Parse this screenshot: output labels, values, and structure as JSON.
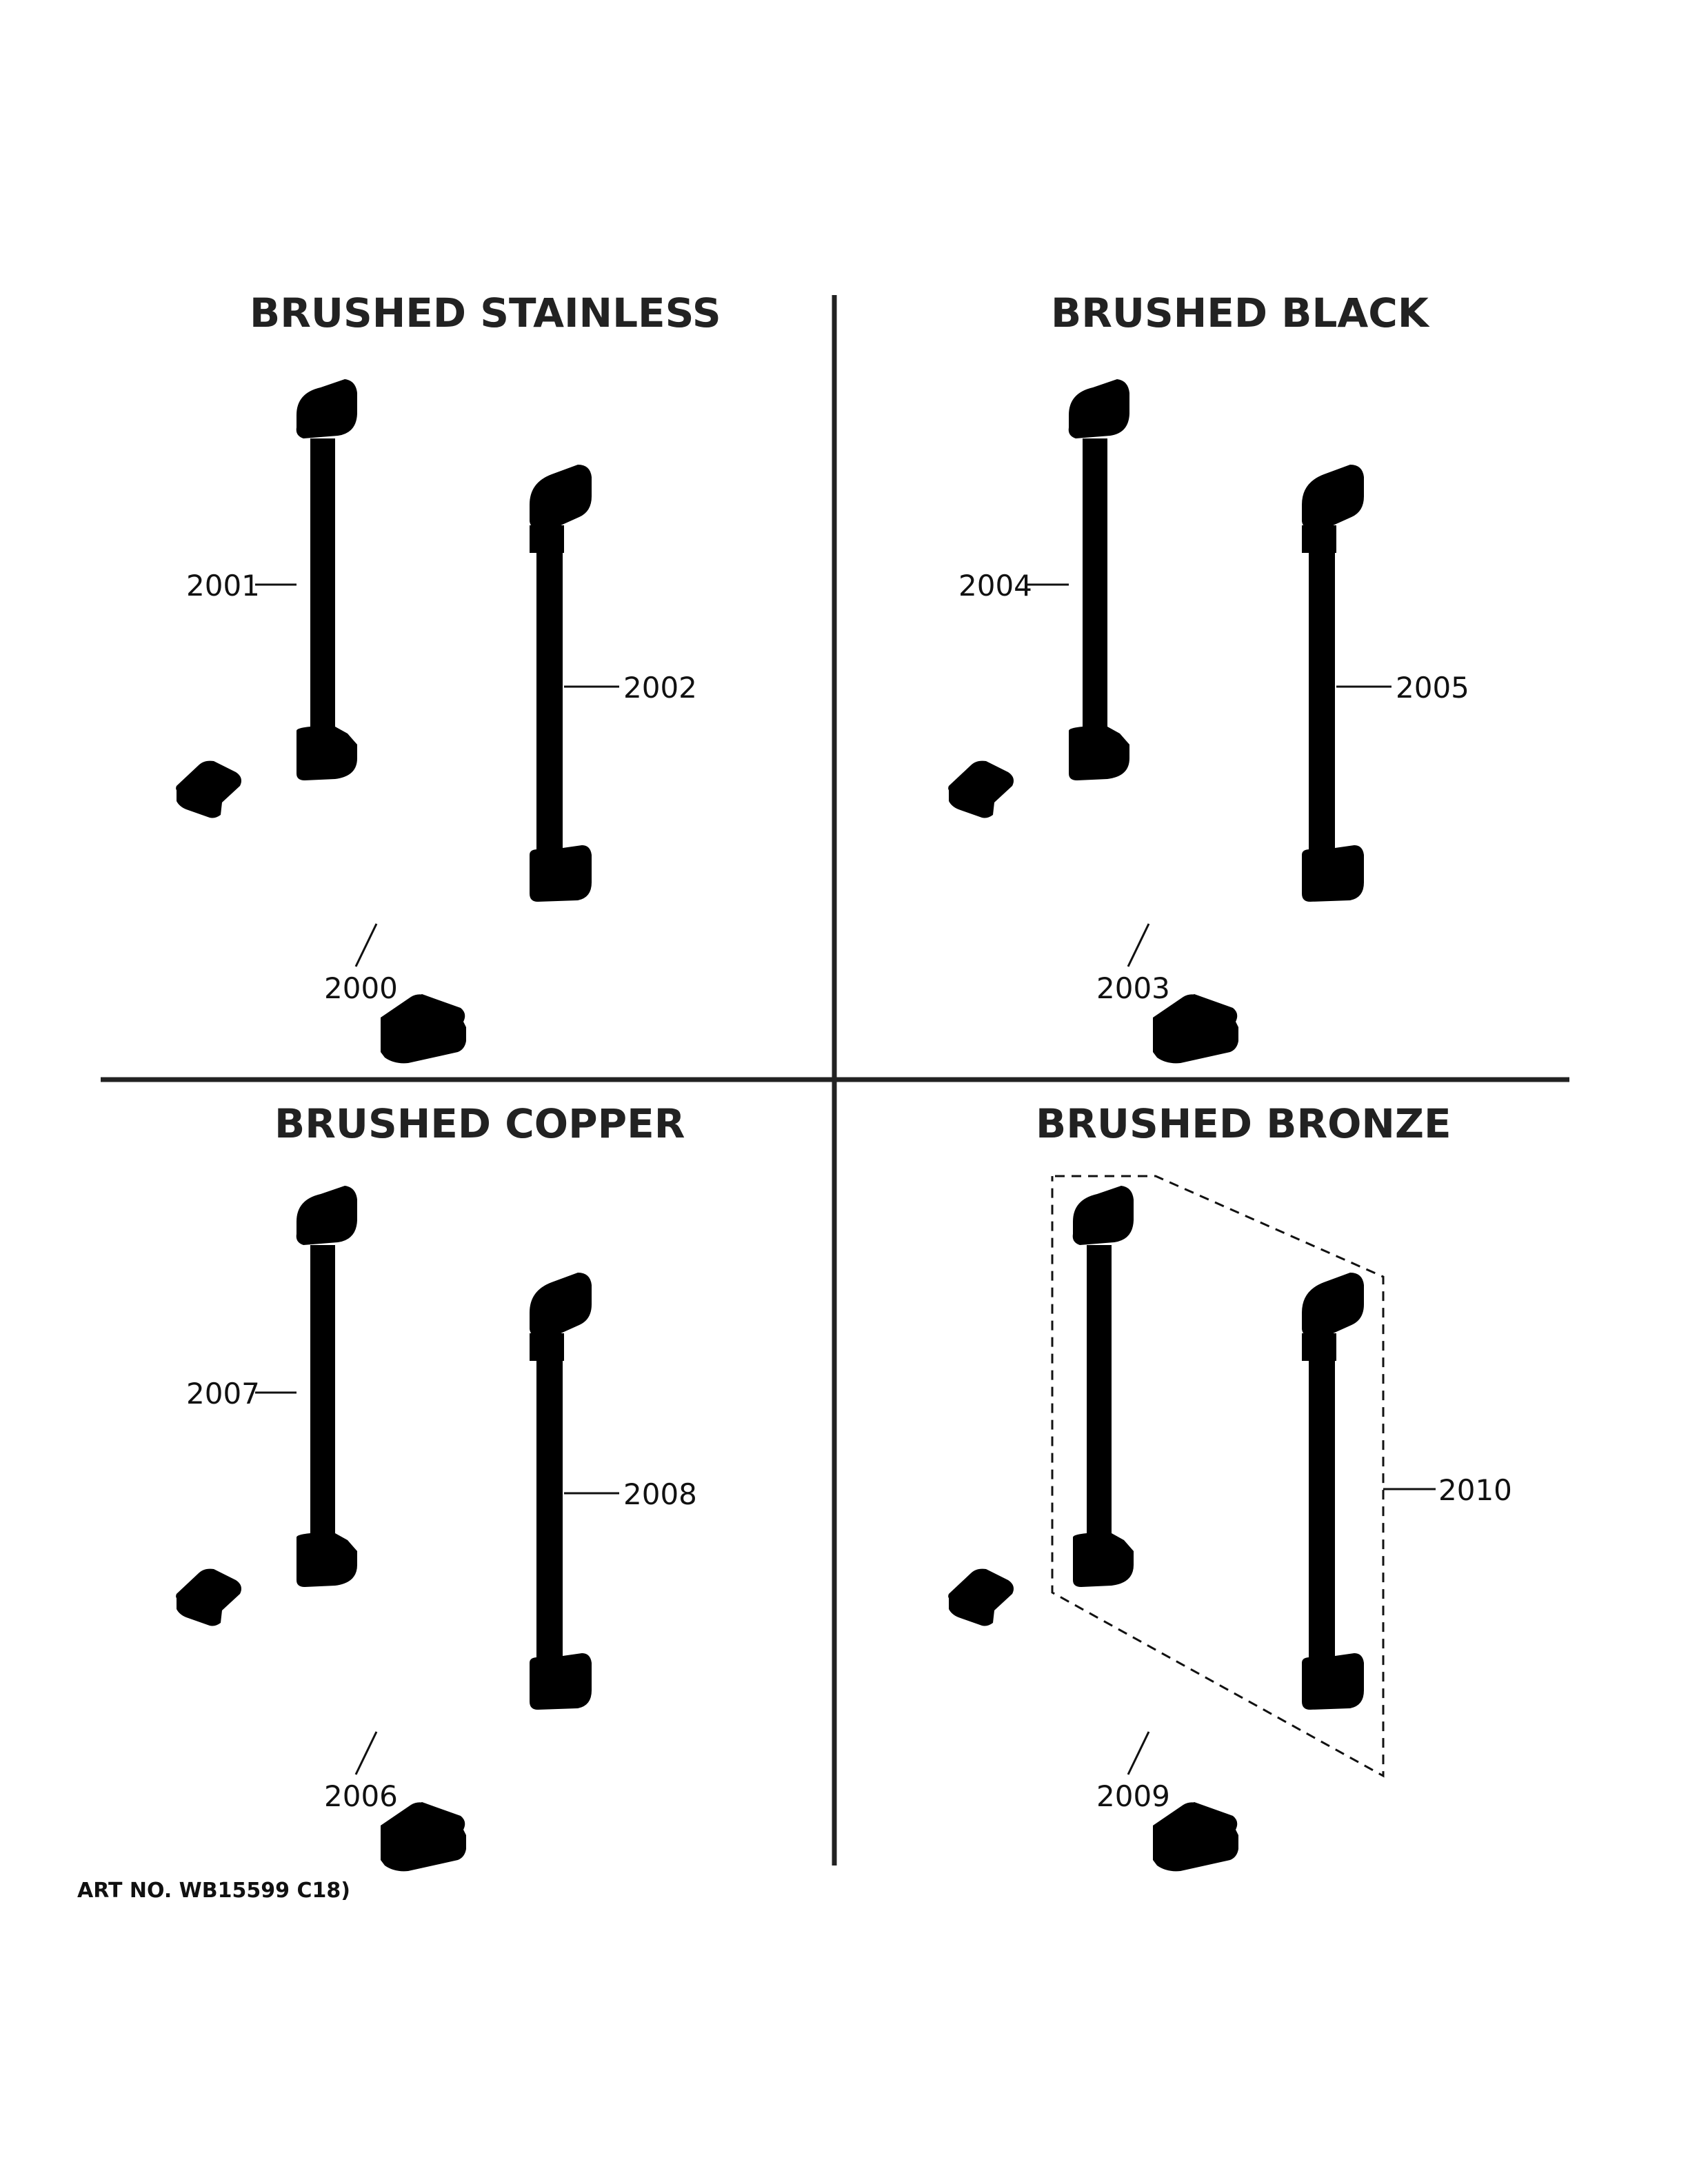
{
  "sections": [
    {
      "title": "BRUSHED STAINLESS",
      "parts": {
        "short_handle": "2001",
        "long_handle": "2002",
        "bar": "2000"
      }
    },
    {
      "title": "BRUSHED BLACK",
      "parts": {
        "short_handle": "2004",
        "long_handle": "2005",
        "bar": "2003"
      }
    },
    {
      "title": "BRUSHED COPPER",
      "parts": {
        "short_handle": "2007",
        "long_handle": "2008",
        "bar": "2006"
      }
    },
    {
      "title": "BRUSHED BRONZE",
      "parts": {
        "handle_kit": "2010",
        "bar": "2009"
      }
    }
  ],
  "art_number": "ART NO. WB15599 C18)"
}
